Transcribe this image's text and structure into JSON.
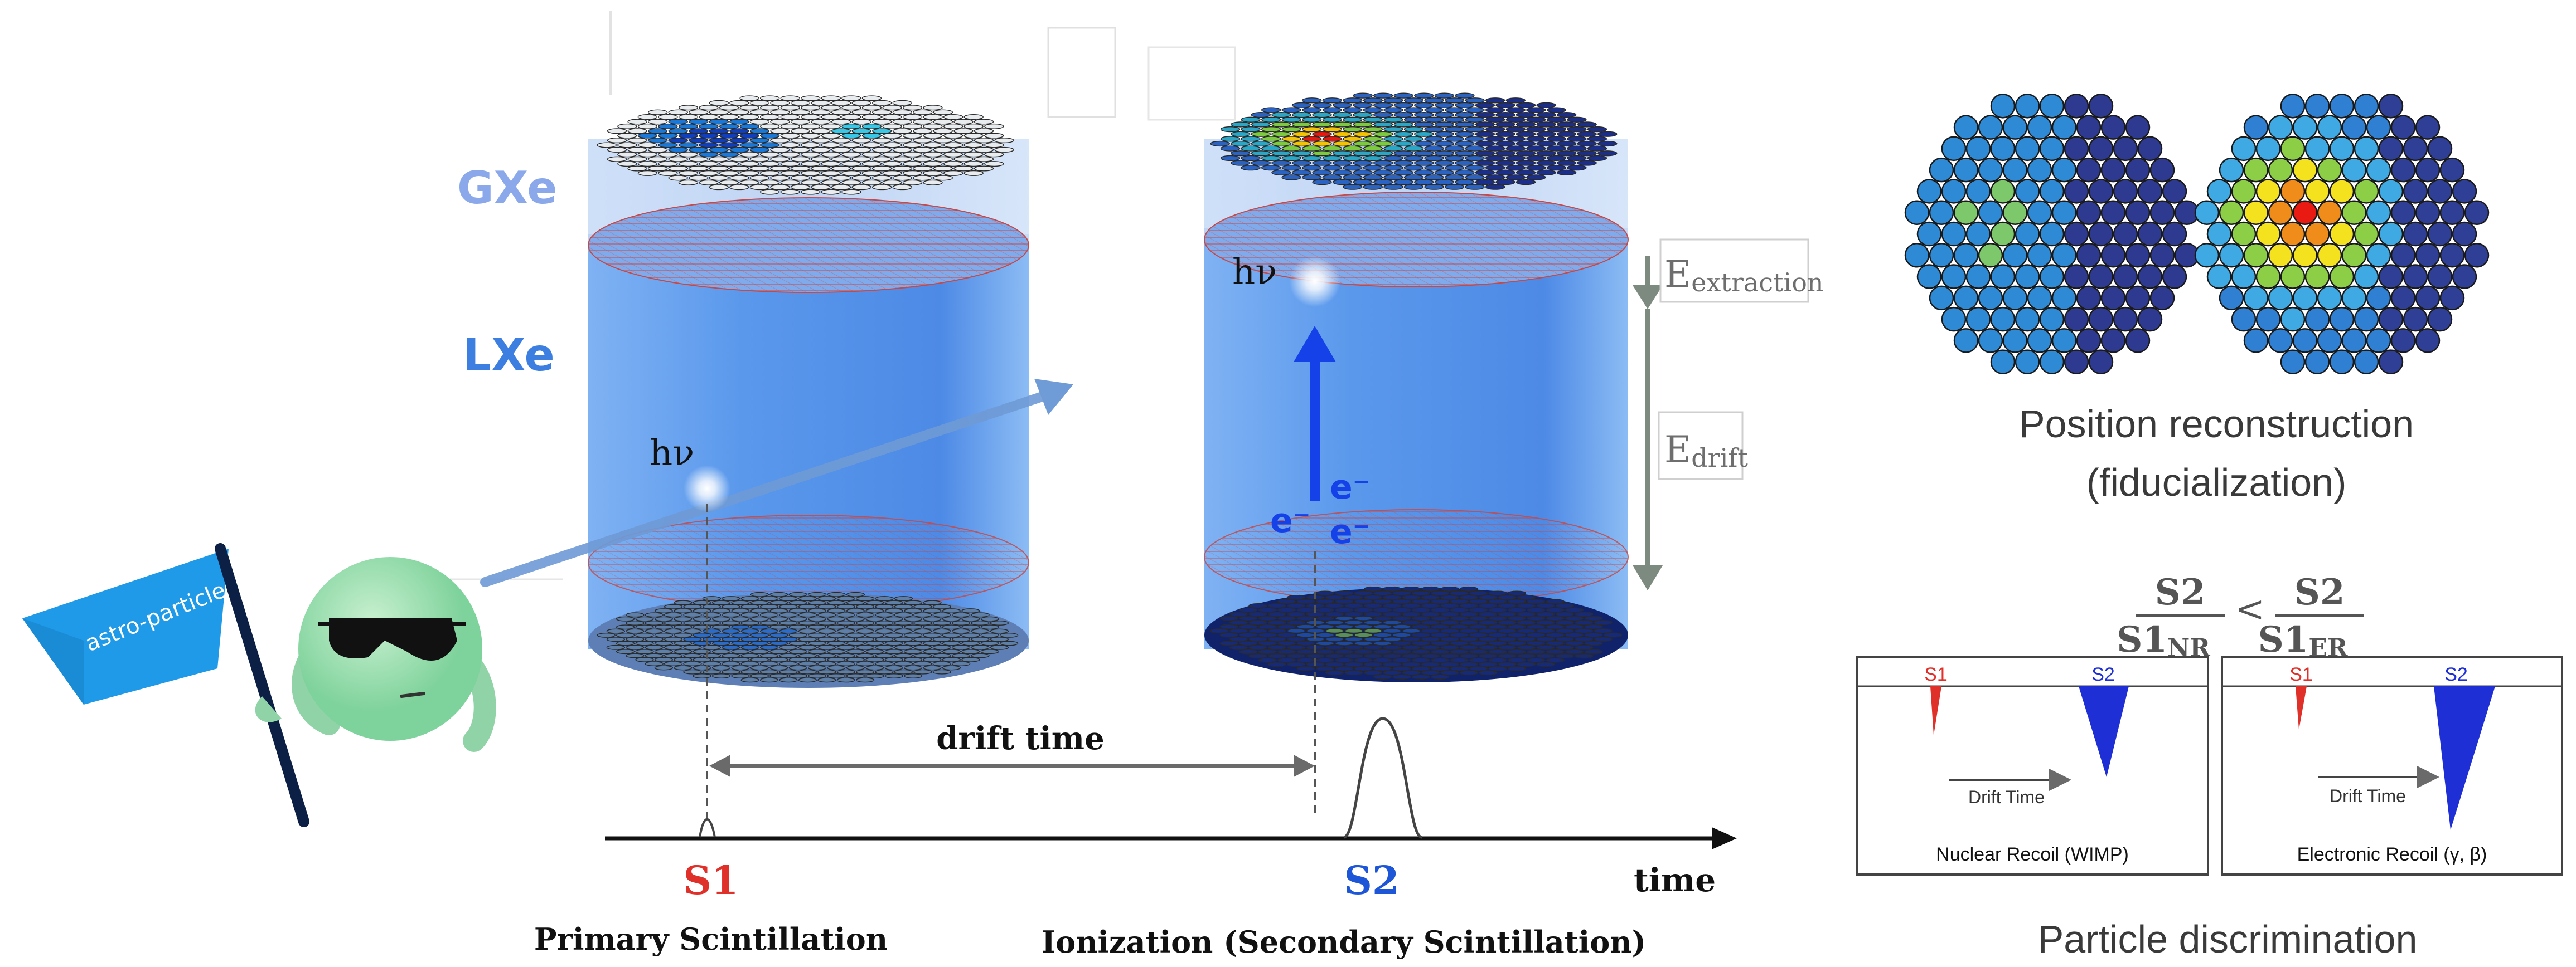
{
  "labels": {
    "gas_phase": "GXe",
    "liquid_phase": "LXe",
    "photon_left": "hν",
    "photon_right": "hν",
    "electron": "e⁻",
    "e_extraction_base": "E",
    "e_extraction_sub": "extraction",
    "e_drift_base": "E",
    "e_drift_sub": "drift",
    "flag_text": "astro-particle",
    "drift_time": "drift time",
    "time_axis": "time",
    "s1": "S1",
    "s2": "S2",
    "s1_caption": "Primary Scintillation",
    "s2_caption": "Ionization (Secondary Scintillation)",
    "position_title_line1": "Position reconstruction",
    "position_title_line2": "(fiducialization)",
    "discrimination_title": "Particle discrimination",
    "ratio_num": "S2",
    "ratio_den_left": "S1",
    "ratio_sub_left": "NR",
    "ratio_den_right": "S1",
    "ratio_sub_right": "ER",
    "ratio_op": "<",
    "panel_left_s1": "S1",
    "panel_left_s2": "S2",
    "panel_left_drift": "Drift Time",
    "panel_left_caption": "Nuclear Recoil (WIMP)",
    "panel_right_s1": "S1",
    "panel_right_s2": "S2",
    "panel_right_drift": "Drift Time",
    "panel_right_caption": "Electronic Recoil (γ, β)"
  },
  "colors": {
    "gxe_label": "#8aa8ea",
    "lxe_label": "#3c7fe0",
    "s1_red": "#e0302a",
    "s2_blue": "#1e56d8",
    "tpc_body": "#5b9cf0",
    "arrow_particle": "#6f9bd6",
    "electron_blue": "#1541e8",
    "field_arrow": "#7d8a80"
  }
}
